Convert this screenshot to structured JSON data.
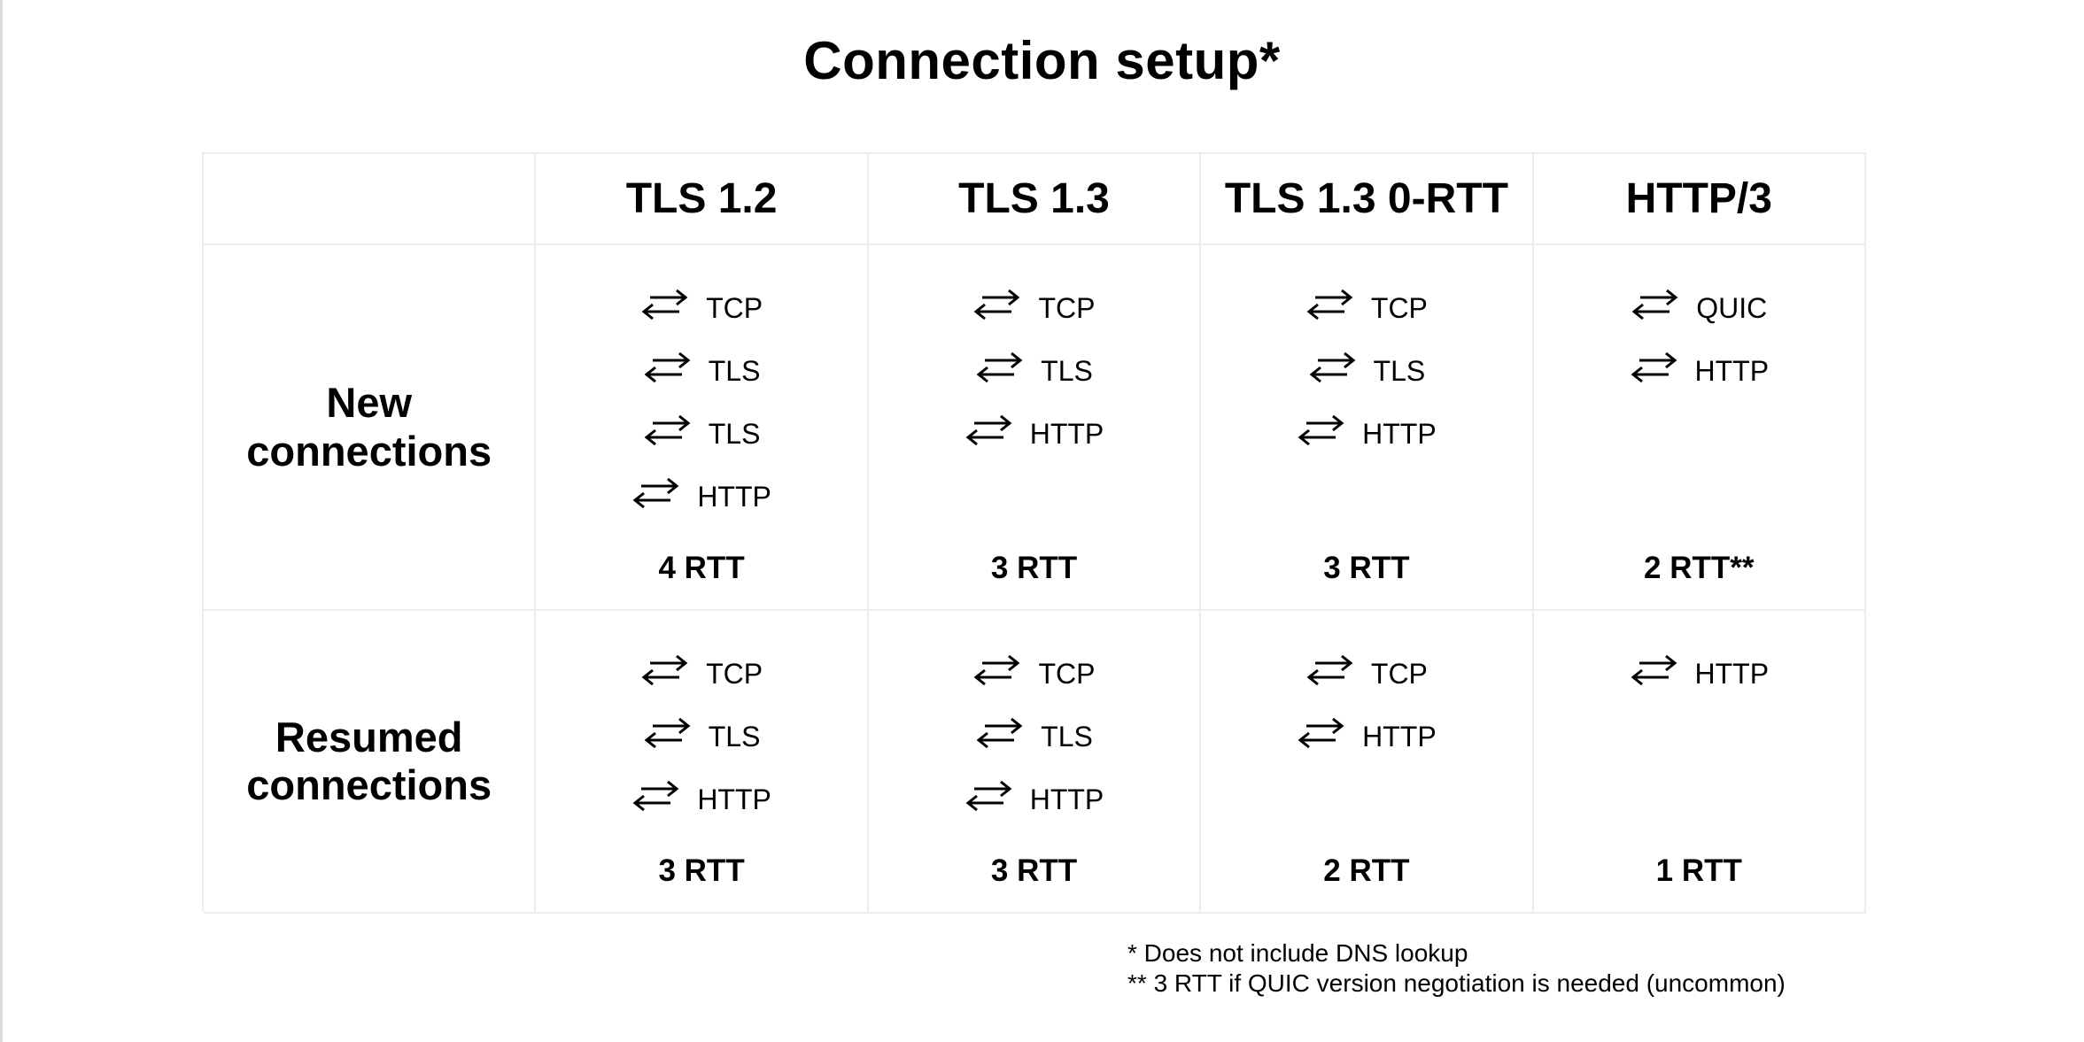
{
  "title": "Connection setup*",
  "table": {
    "corner_label": "",
    "columns": [
      "TLS 1.2",
      "TLS 1.3",
      "TLS 1.3 0-RTT",
      "HTTP/3"
    ],
    "rows": [
      {
        "label": "New connections",
        "cells": [
          {
            "steps": [
              "TCP",
              "TLS",
              "TLS",
              "HTTP"
            ],
            "rtt": "4 RTT"
          },
          {
            "steps": [
              "TCP",
              "TLS",
              "HTTP"
            ],
            "rtt": "3 RTT"
          },
          {
            "steps": [
              "TCP",
              "TLS",
              "HTTP"
            ],
            "rtt": "3 RTT"
          },
          {
            "steps": [
              "QUIC",
              "HTTP"
            ],
            "rtt": "2 RTT**"
          }
        ]
      },
      {
        "label": "Resumed connections",
        "cells": [
          {
            "steps": [
              "TCP",
              "TLS",
              "HTTP"
            ],
            "rtt": "3 RTT"
          },
          {
            "steps": [
              "TCP",
              "TLS",
              "HTTP"
            ],
            "rtt": "3 RTT"
          },
          {
            "steps": [
              "TCP",
              "HTTP"
            ],
            "rtt": "2 RTT"
          },
          {
            "steps": [
              "HTTP"
            ],
            "rtt": "1 RTT"
          }
        ]
      }
    ]
  },
  "footnotes": [
    "* Does not include DNS lookup",
    "** 3 RTT if QUIC version negotiation is needed (uncommon)"
  ],
  "icons": {
    "round_trip": "round-trip-arrows-icon"
  },
  "colors": {
    "text": "#000000",
    "background": "#ffffff",
    "table_border": "#ececec",
    "page_edge": "#dcdcdc"
  }
}
